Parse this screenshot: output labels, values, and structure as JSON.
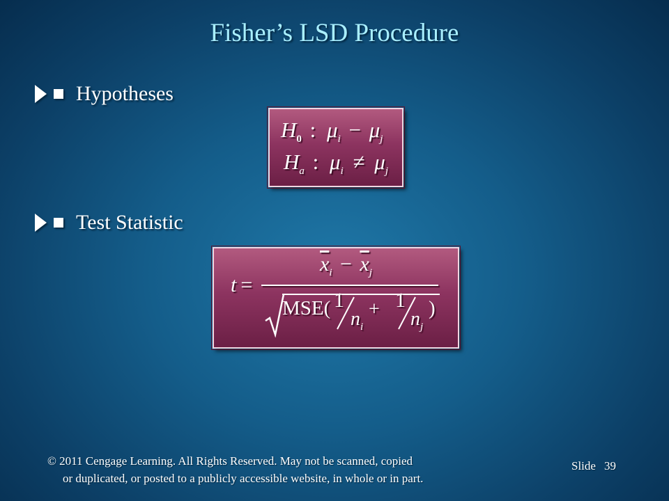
{
  "slide": {
    "title": "Fisher’s LSD Procedure",
    "number": "39",
    "number_label": "Slide"
  },
  "bullets": [
    {
      "label": "Hypotheses"
    },
    {
      "label": "Test Statistic"
    }
  ],
  "hypotheses": {
    "h0_symbol": "H",
    "h0_sub": "0",
    "colon": ":",
    "mu": "μ",
    "sub_i": "i",
    "sub_j": "j",
    "minus": "−",
    "ha_symbol": "H",
    "ha_sub": "a",
    "neq": "≠"
  },
  "test_statistic": {
    "t": "t",
    "equals": "=",
    "x": "x",
    "sub_i": "i",
    "sub_j": "j",
    "minus": "−",
    "mse": "MSE(",
    "one": "1",
    "n": "n",
    "plus": "+",
    "close_paren": ")"
  },
  "footer": {
    "line1": "© 2011  Cengage Learning.  All Rights Reserved.  May not be scanned, copied",
    "line2": "or duplicated, or posted to a publicly accessible website, in whole or in part."
  },
  "colors": {
    "title": "#a9efff",
    "box_fill": "#8d3460",
    "background": "#145d8a"
  }
}
